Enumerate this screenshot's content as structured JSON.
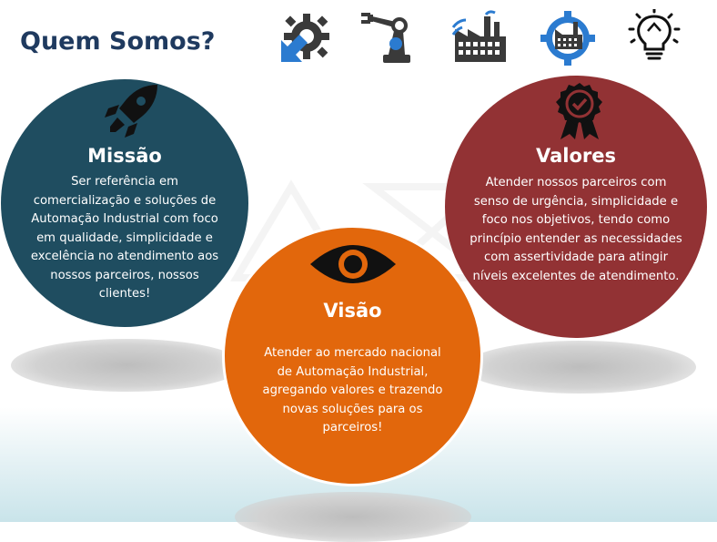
{
  "page": {
    "title": "Quem Somos?"
  },
  "icons": [
    "gear-arrow-icon",
    "robot-arm-icon",
    "factory-icon",
    "factory-gear-icon",
    "lightbulb-icon"
  ],
  "colors": {
    "title": "#1f3a5f",
    "missao": "#1f4d60",
    "valores": "#923234",
    "visao": "#e2670c",
    "icon_blue": "#2b7bd0",
    "icon_dark": "#3a3a3a"
  },
  "missao": {
    "heading": "Missão",
    "lines": [
      "Ser referência em",
      "comercialização e soluções de",
      "Automação Industrial com foco",
      "em qualidade, simplicidade e",
      "excelência no atendimento aos",
      "nossos parceiros, nossos",
      "clientes!"
    ]
  },
  "valores": {
    "heading": "Valores",
    "lines": [
      "Atender nossos parceiros com",
      "senso de urgência, simplicidade e",
      "foco nos objetivos, tendo como",
      "princípio entender as necessidades",
      "com assertividade para atingir",
      "níveis excelentes de atendimento."
    ]
  },
  "visao": {
    "heading": "Visão",
    "lines": [
      "Atender ao mercado nacional",
      "de Automação Industrial,",
      "agregando valores e trazendo",
      "novas soluções para os",
      "parceiros!"
    ]
  }
}
